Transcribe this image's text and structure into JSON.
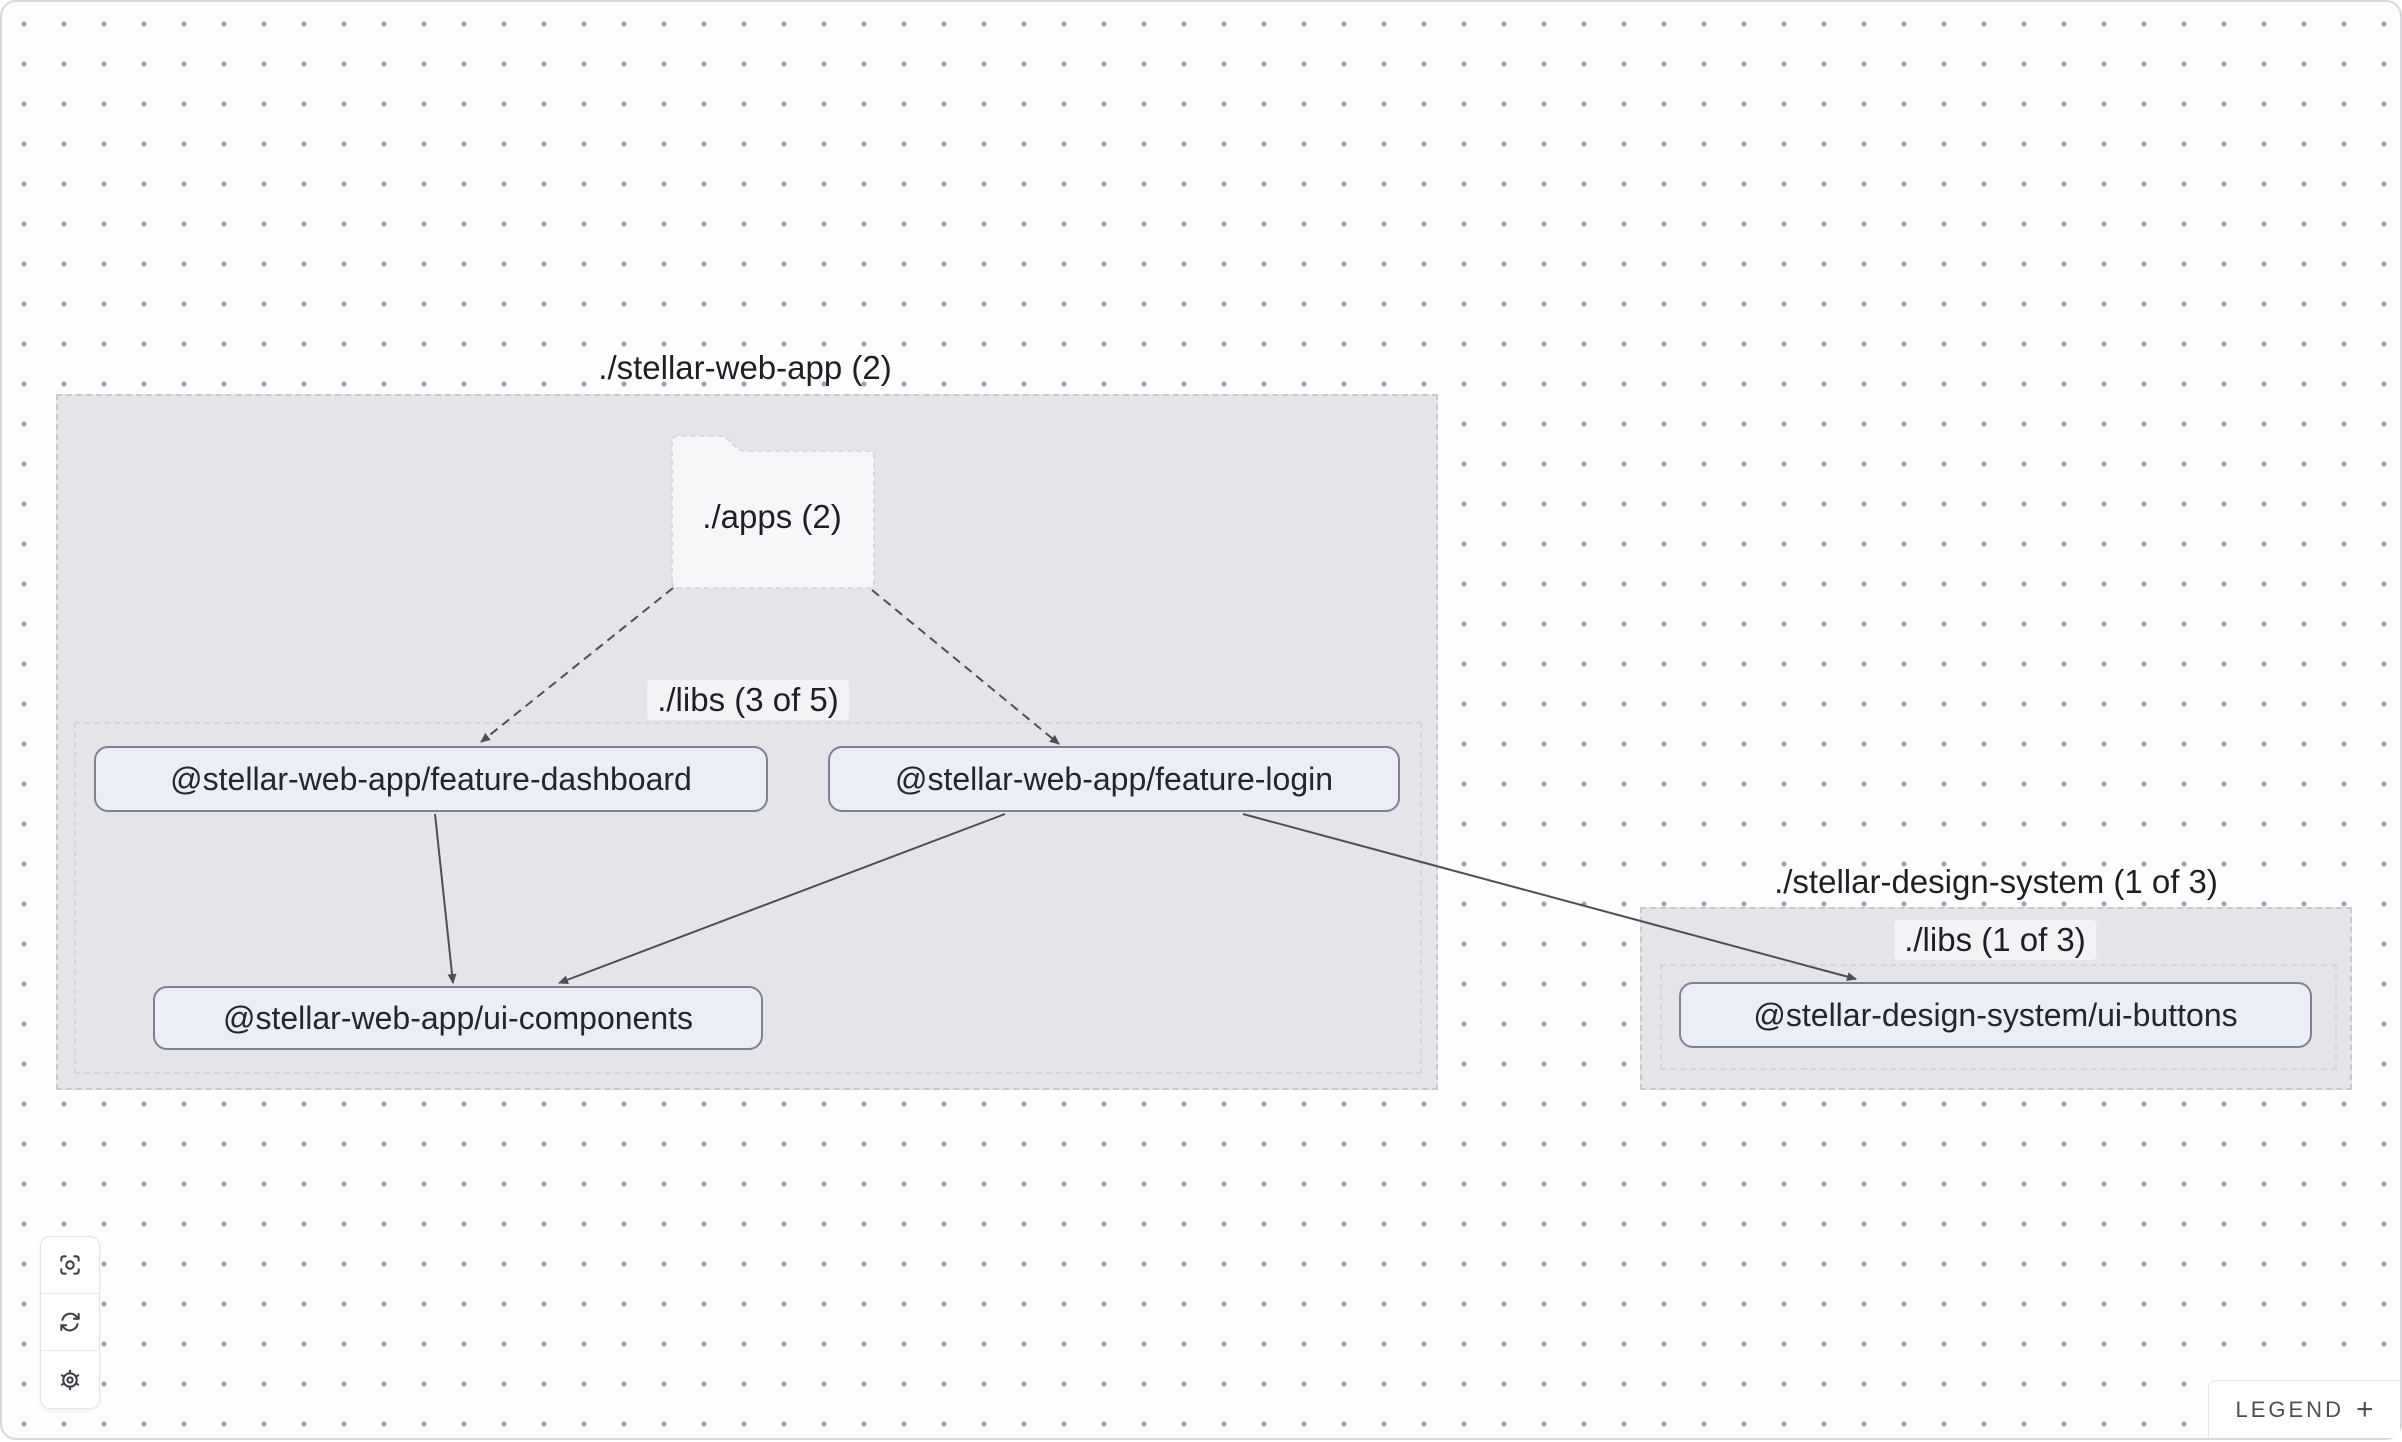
{
  "graph": {
    "groups": [
      {
        "name": "stellar-web-app",
        "label": "./stellar-web-app (2)",
        "apps_folder": {
          "label": "./apps (2)"
        },
        "libs": {
          "label": "./libs (3 of 5)"
        },
        "nodes": [
          {
            "id": "feature-dashboard",
            "label": "@stellar-web-app/feature-dashboard"
          },
          {
            "id": "feature-login",
            "label": "@stellar-web-app/feature-login"
          },
          {
            "id": "ui-components",
            "label": "@stellar-web-app/ui-components"
          }
        ]
      },
      {
        "name": "stellar-design-system",
        "label": "./stellar-design-system (1 of 3)",
        "libs": {
          "label": "./libs (1 of 3)"
        },
        "nodes": [
          {
            "id": "ui-buttons",
            "label": "@stellar-design-system/ui-buttons"
          }
        ]
      }
    ],
    "edges": [
      {
        "from": "./apps",
        "to": "@stellar-web-app/feature-dashboard",
        "style": "dashed"
      },
      {
        "from": "./apps",
        "to": "@stellar-web-app/feature-login",
        "style": "dashed"
      },
      {
        "from": "@stellar-web-app/feature-dashboard",
        "to": "@stellar-web-app/ui-components",
        "style": "solid"
      },
      {
        "from": "@stellar-web-app/feature-login",
        "to": "@stellar-web-app/ui-components",
        "style": "solid"
      },
      {
        "from": "@stellar-web-app/feature-login",
        "to": "@stellar-design-system/ui-buttons",
        "style": "solid"
      }
    ]
  },
  "toolbar": {
    "buttons": [
      {
        "name": "focus-view"
      },
      {
        "name": "refresh-graph"
      },
      {
        "name": "settings"
      }
    ]
  },
  "legend": {
    "label": "LEGEND",
    "toggle": "+"
  },
  "colors": {
    "group_fill": "#e5e4e9",
    "node_fill": "#ebeef6",
    "node_border": "#7e8294",
    "edge": "#4f4e58",
    "dot": "#9aa4b2"
  }
}
